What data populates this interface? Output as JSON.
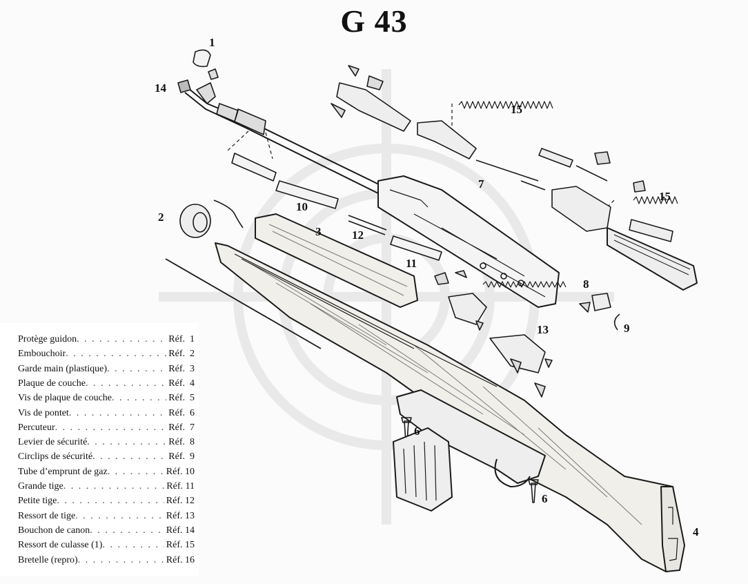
{
  "title": "G 43",
  "callouts": [
    {
      "label": "1"
    },
    {
      "label": "14"
    },
    {
      "label": "15"
    },
    {
      "label": "7"
    },
    {
      "label": "15"
    },
    {
      "label": "2"
    },
    {
      "label": "10"
    },
    {
      "label": "3"
    },
    {
      "label": "12"
    },
    {
      "label": "11"
    },
    {
      "label": "8"
    },
    {
      "label": "9"
    },
    {
      "label": "13"
    },
    {
      "label": "6"
    },
    {
      "label": "6"
    },
    {
      "label": "4"
    }
  ],
  "legend": [
    {
      "name": "Protège guidon",
      "ref": "Réf.  1"
    },
    {
      "name": "Embouchoir",
      "ref": "Réf.  2"
    },
    {
      "name": "Garde main (plastique)",
      "ref": "Réf.  3"
    },
    {
      "name": "Plaque de couche",
      "ref": "Réf.  4"
    },
    {
      "name": "Vis de plaque de couche",
      "ref": "Réf.  5"
    },
    {
      "name": "Vis de pontet",
      "ref": "Réf.  6"
    },
    {
      "name": "Percuteur",
      "ref": "Réf.  7"
    },
    {
      "name": "Levier de sécurité",
      "ref": "Réf.  8"
    },
    {
      "name": "Circlips de sécurité",
      "ref": "Réf.  9"
    },
    {
      "name": "Tube d’emprunt de gaz",
      "ref": "Réf. 10"
    },
    {
      "name": "Grande tige",
      "ref": "Réf. 11"
    },
    {
      "name": "Petite tige",
      "ref": "Réf. 12"
    },
    {
      "name": "Ressort de tige",
      "ref": "Réf. 13"
    },
    {
      "name": "Bouchon de canon",
      "ref": "Réf. 14"
    },
    {
      "name": "Ressort de culasse (1)",
      "ref": "Réf. 15"
    },
    {
      "name": "Bretelle (repro)",
      "ref": "Réf. 16"
    }
  ]
}
